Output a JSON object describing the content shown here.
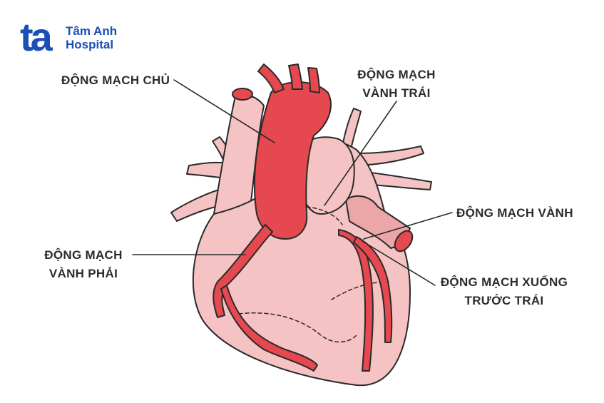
{
  "logo": {
    "mark": "ta",
    "line1": "Tâm Anh",
    "line2": "Hospital",
    "color": "#1a4fb5"
  },
  "labels": {
    "aorta": "ĐỘNG MẠCH CHỦ",
    "left_coronary_line1": "ĐỘNG MẠCH",
    "left_coronary_line2": "VÀNH TRÁI",
    "coronary": "ĐỘNG MẠCH VÀNH",
    "right_coronary_line1": "ĐỘNG MẠCH",
    "right_coronary_line2": "VÀNH PHẢI",
    "lad_line1": "ĐỘNG MẠCH XUỐNG",
    "lad_line2": "TRƯỚC TRÁI"
  },
  "colors": {
    "heart_fill": "#f6c3c4",
    "heart_shade": "#eba6a8",
    "artery_red": "#e5484f",
    "outline": "#2a2a2a"
  }
}
